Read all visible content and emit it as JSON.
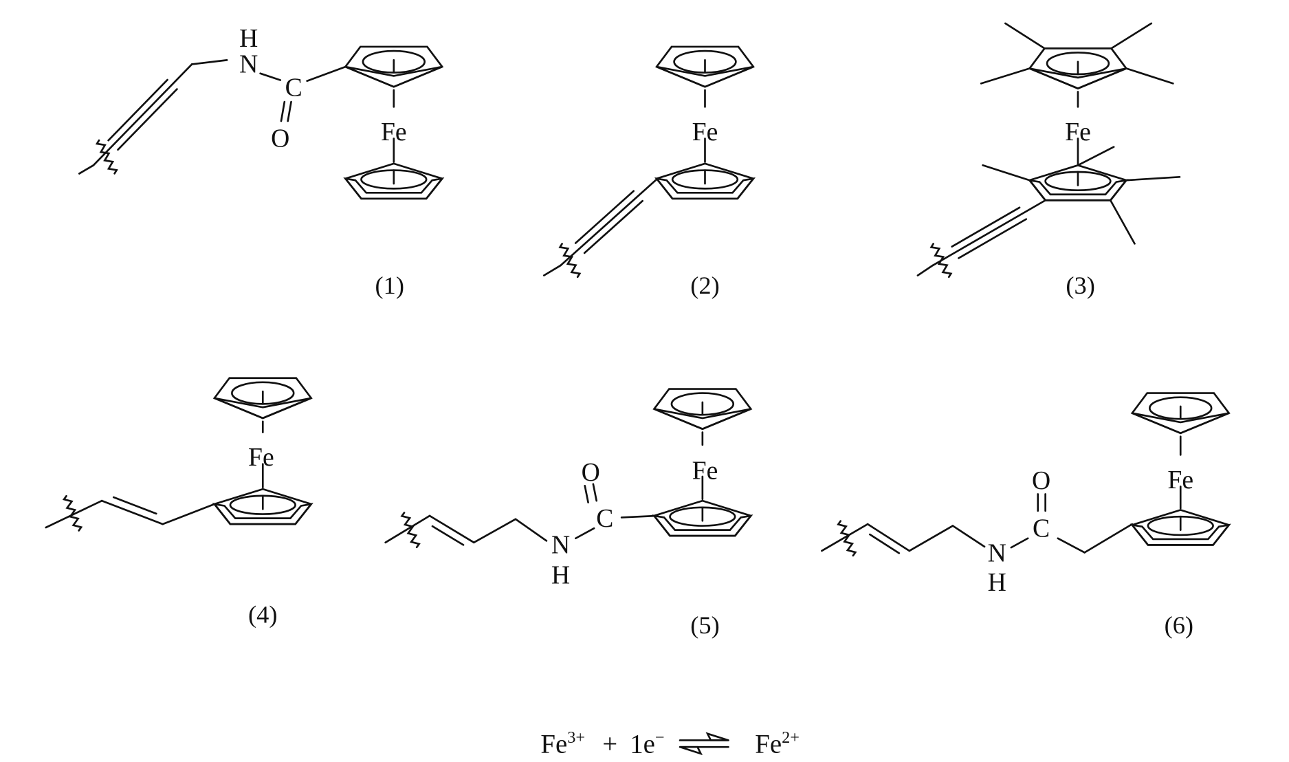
{
  "figure": {
    "compounds": [
      {
        "label": "(1)",
        "metal": "Fe",
        "atoms": {
          "H": "H",
          "N": "N",
          "C": "C",
          "O": "O"
        }
      },
      {
        "label": "(2)",
        "metal": "Fe"
      },
      {
        "label": "(3)",
        "metal": "Fe"
      },
      {
        "label": "(4)",
        "metal": "Fe"
      },
      {
        "label": "(5)",
        "metal": "Fe",
        "atoms": {
          "O": "O",
          "C": "C",
          "N": "N",
          "H": "H"
        }
      },
      {
        "label": "(6)",
        "metal": "Fe",
        "atoms": {
          "O": "O",
          "C": "C",
          "N": "N",
          "H": "H"
        }
      }
    ],
    "equation": {
      "left_species": "Fe",
      "left_charge": "3+",
      "plus": "+",
      "electron": "1e",
      "electron_charge": "−",
      "right_species": "Fe",
      "right_charge": "2+"
    }
  }
}
